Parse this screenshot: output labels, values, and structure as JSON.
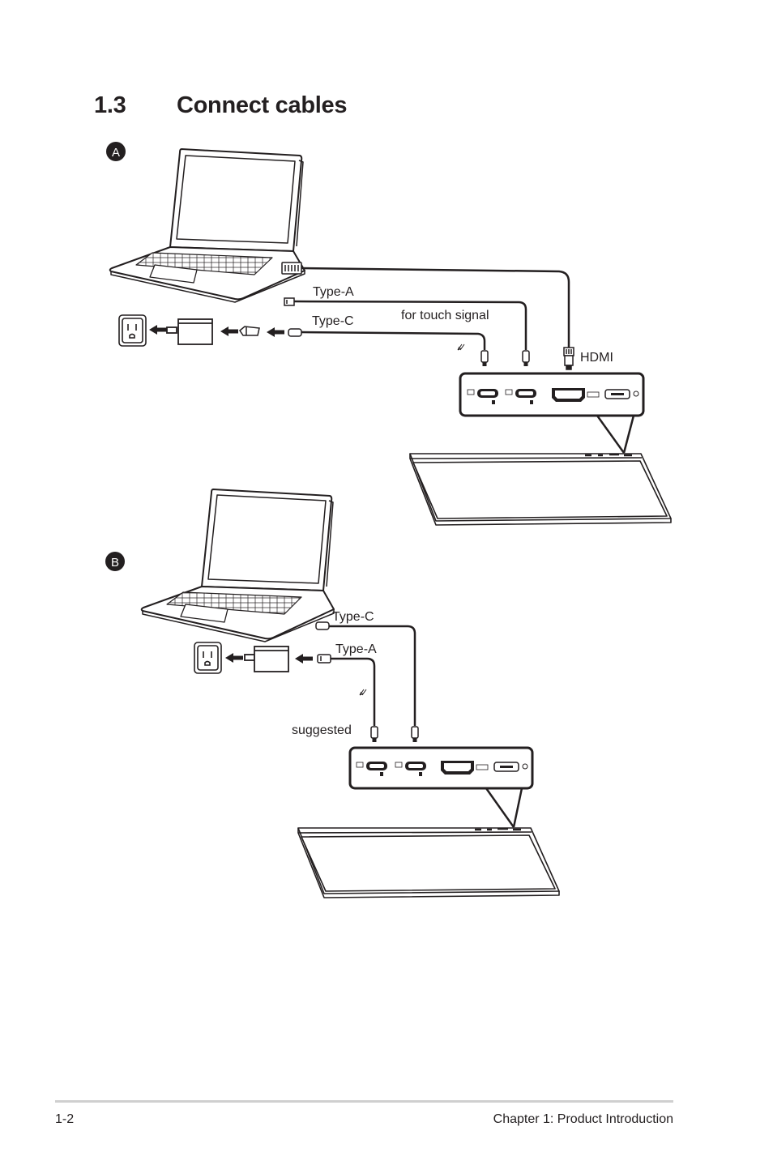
{
  "section": {
    "number": "1.3",
    "title": "Connect cables"
  },
  "diagram_a": {
    "badge": "A",
    "labels": {
      "type_a": "Type-A",
      "type_c": "Type-C",
      "touch": "for touch signal",
      "hdmi": "HDMI"
    }
  },
  "diagram_b": {
    "badge": "B",
    "labels": {
      "type_c": "Type-C",
      "type_a": "Type-A",
      "suggested": "suggested"
    }
  },
  "footer": {
    "page": "1-2",
    "chapter": "Chapter 1: Product Introduction"
  }
}
